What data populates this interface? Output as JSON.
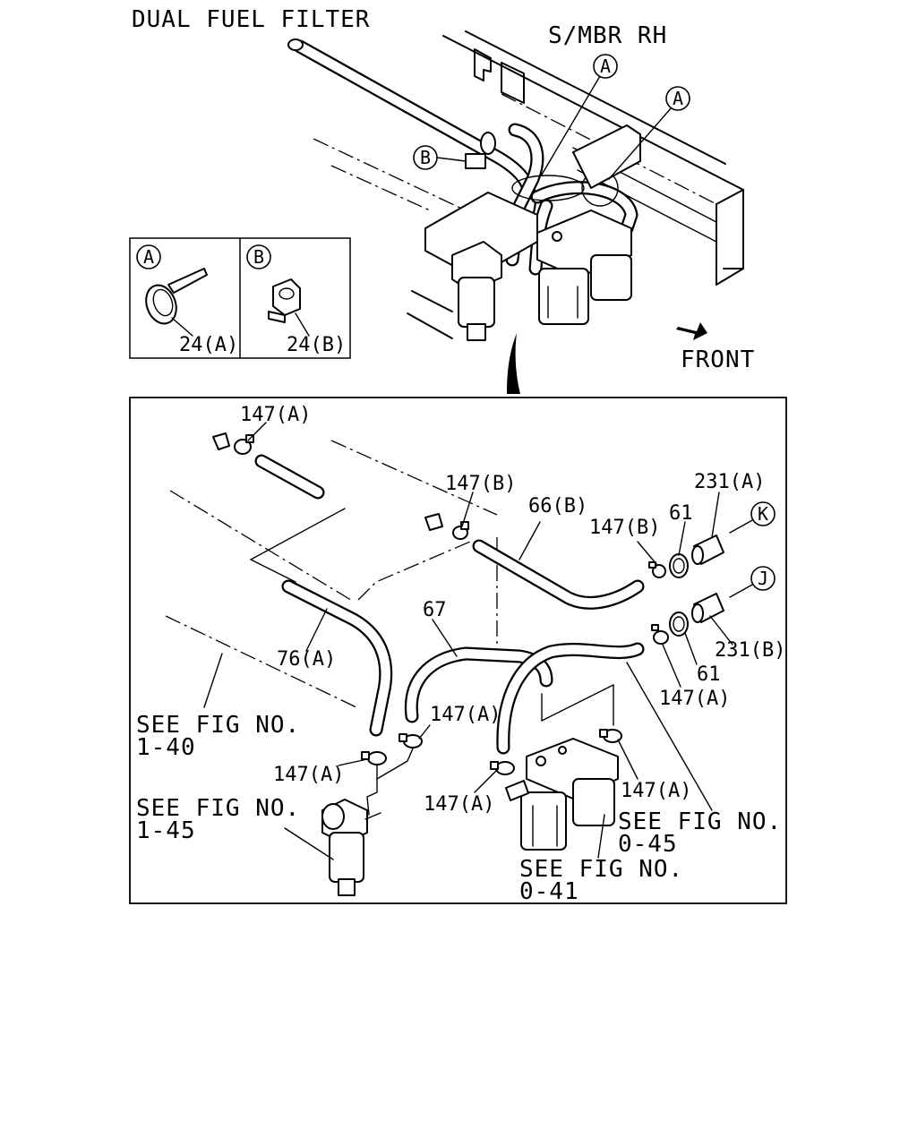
{
  "title": "DUAL FUEL FILTER",
  "top_labels": {
    "member": "S/MBR RH",
    "front": "FRONT",
    "callout_a": "A",
    "callout_b": "B"
  },
  "detail_legend": {
    "a_letter": "A",
    "a_part": "24(A)",
    "b_letter": "B",
    "b_part": "24(B)"
  },
  "parts": {
    "p147a_top": "147(A)",
    "p147b_1": "147(B)",
    "p66b": "66(B)",
    "p147b_2": "147(B)",
    "p61_top": "61",
    "p231a": "231(A)",
    "k": "K",
    "j": "J",
    "p67": "67",
    "p76a": "76(A)",
    "p231b": "231(B)",
    "p61_bottom": "61",
    "p147a_right": "147(A)",
    "p147a_mid": "147(A)",
    "p147a_left": "147(A)",
    "p147a_low": "147(A)",
    "p147a_filter": "147(A)"
  },
  "references": {
    "r140_line1": "SEE FIG NO.",
    "r140_line2": "1-40",
    "r145_line1": "SEE FIG NO.",
    "r145_line2": "1-45",
    "r045_line1": "SEE FIG NO.",
    "r045_line2": "0-45",
    "r041_line1": "SEE FIG NO.",
    "r041_line2": "0-41"
  }
}
